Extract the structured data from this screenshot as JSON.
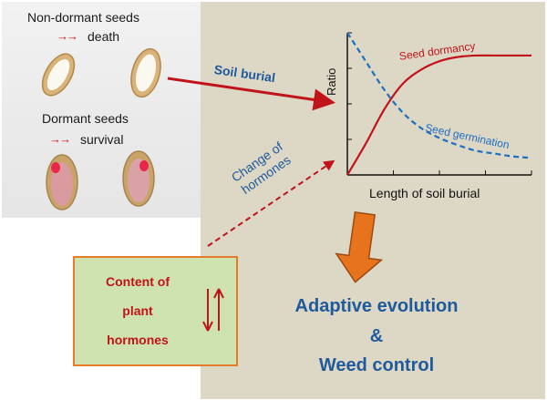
{
  "photo": {
    "nondormant_label": "Non-dormant seeds",
    "nondormant_arrow": "→→",
    "nondormant_outcome": "death",
    "dormant_label": "Dormant seeds",
    "dormant_arrow": "→→",
    "dormant_outcome": "survival"
  },
  "arrows": {
    "soil_burial": "Soil burial",
    "change_of": "Change of",
    "hormones": "hormones"
  },
  "hormone_box": {
    "line1": "Content of",
    "line2": "plant",
    "line3": "hormones",
    "icon": "up-down-arrows-icon"
  },
  "chart_data": {
    "type": "line",
    "title": "",
    "xlabel": "Length of soil burial",
    "ylabel": "Ratio",
    "xlim": [
      0,
      10
    ],
    "ylim": [
      0,
      1
    ],
    "grid": false,
    "series": [
      {
        "name": "Seed dormancy",
        "style": "solid",
        "color": "#c0141a",
        "x": [
          0,
          1,
          2,
          3,
          4,
          5,
          6,
          7,
          8,
          9,
          10
        ],
        "y": [
          0.0,
          0.22,
          0.46,
          0.64,
          0.74,
          0.8,
          0.83,
          0.84,
          0.84,
          0.84,
          0.84
        ]
      },
      {
        "name": "Seed germination",
        "style": "dashed",
        "color": "#1f6fc0",
        "x": [
          0,
          1,
          2,
          3,
          4,
          5,
          6,
          7,
          8,
          9,
          10
        ],
        "y": [
          1.0,
          0.8,
          0.6,
          0.44,
          0.33,
          0.26,
          0.21,
          0.17,
          0.15,
          0.13,
          0.12
        ]
      }
    ]
  },
  "outcome": {
    "line1": "Adaptive evolution",
    "line2": "&",
    "line3": "Weed control"
  },
  "colors": {
    "beige": "#ddd7c5",
    "red": "#c0141a",
    "blue": "#1f5a9c",
    "orange": "#e8731d",
    "box_green": "#cfe3b0"
  }
}
